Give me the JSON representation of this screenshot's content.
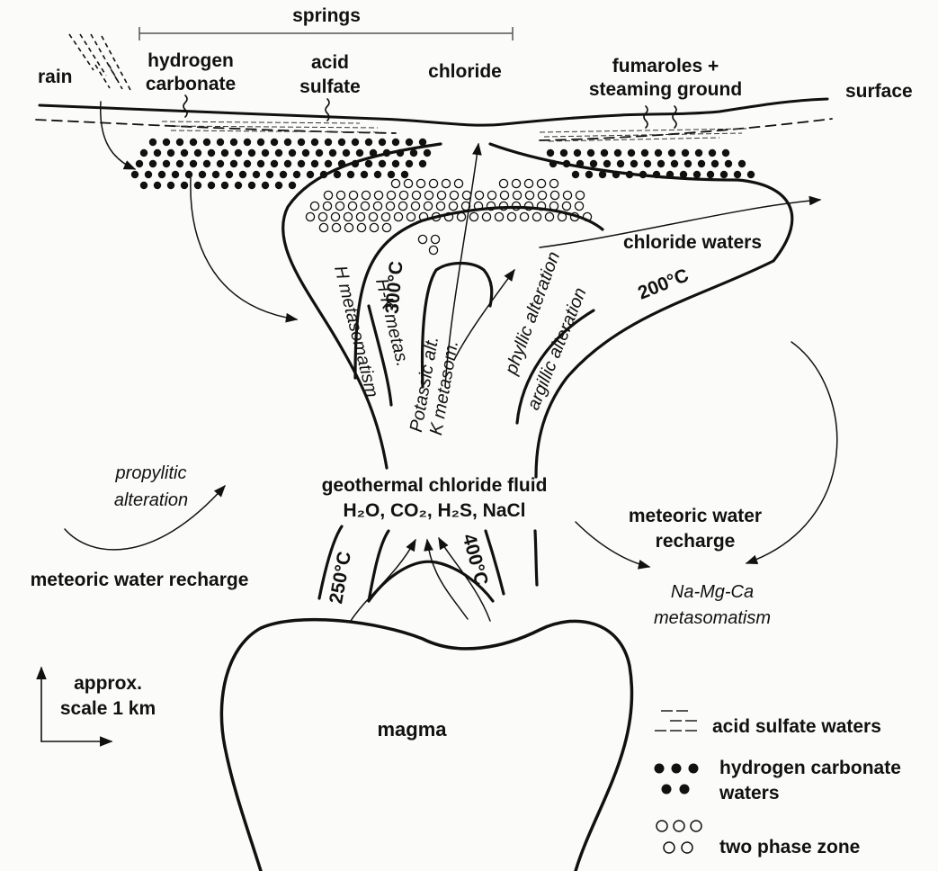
{
  "labels": {
    "springs": "springs",
    "rain": "rain",
    "hydrogen_carbonate_1": "hydrogen",
    "hydrogen_carbonate_2": "carbonate",
    "acid_sulfate_1": "acid",
    "acid_sulfate_2": "sulfate",
    "chloride": "chloride",
    "fumaroles_1": "fumaroles +",
    "fumaroles_2": "steaming ground",
    "surface": "surface",
    "chloride_waters": "chloride waters",
    "temp_200": "200°C",
    "temp_300": "300°C",
    "temp_250": "250°C",
    "temp_400": "400°C",
    "h_metasomatism": "H metasomatism",
    "hk_metas": "H-K metas.",
    "potassic_1": "Potassic alt.",
    "potassic_2": "K metasom.",
    "phyllic": "phyllic alteration",
    "argillic": "argillic alteration",
    "propylitic_1": "propylitic",
    "propylitic_2": "alteration",
    "fluid_1": "geothermal chloride fluid",
    "fluid_2": "H₂O, CO₂, H₂S, NaCl",
    "recharge_left": "meteoric water recharge",
    "recharge_right_1": "meteoric water",
    "recharge_right_2": "recharge",
    "namgca_1": "Na-Mg-Ca",
    "namgca_2": "metasomatism",
    "scale_1": "approx.",
    "scale_2": "scale 1 km",
    "magma": "magma"
  },
  "legend": [
    {
      "symbol": "dashes",
      "label": "acid sulfate waters"
    },
    {
      "symbol": "dots",
      "label_1": "hydrogen carbonate",
      "label_2": "waters"
    },
    {
      "symbol": "circles",
      "label": "two phase zone"
    }
  ]
}
